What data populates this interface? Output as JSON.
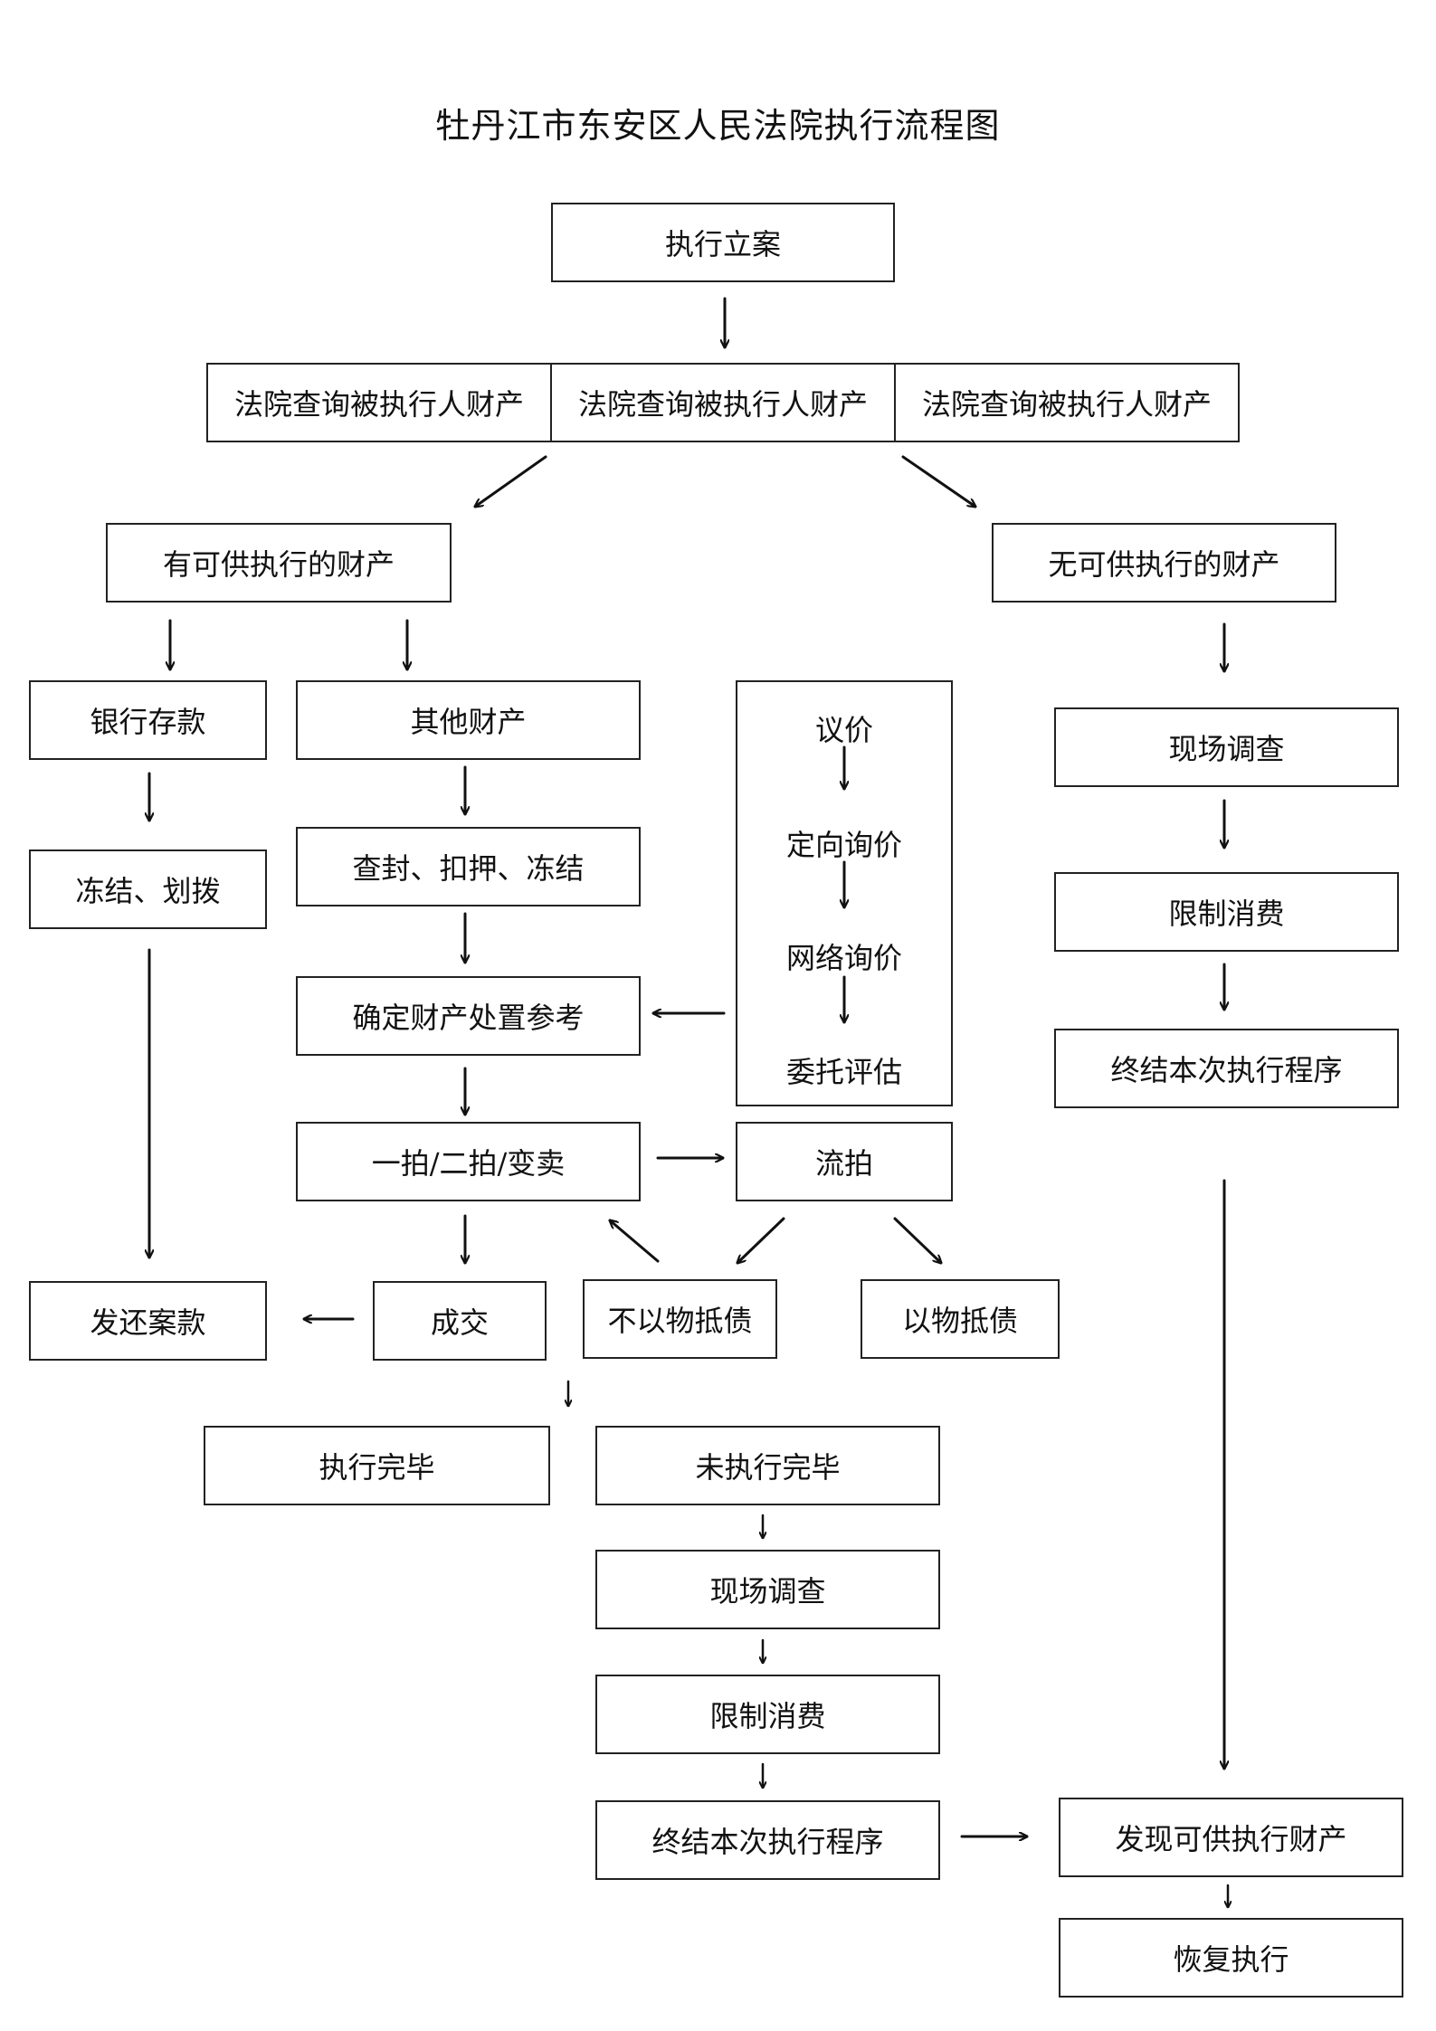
{
  "title": "牡丹江市东安区人民法院执行流程图",
  "nodes": {
    "filing": "执行立案",
    "query_left": "法院查询被执行人财产",
    "query_center": "法院查询被执行人财产",
    "query_right": "法院查询被执行人财产",
    "has_property": "有可供执行的财产",
    "no_property": "无可供执行的财产",
    "bank_deposit": "银行存款",
    "freeze_transfer": "冻结、划拨",
    "other_property": "其他财产",
    "seal_detain_freeze": "查封、扣押、冻结",
    "determine_reference": "确定财产处置参考",
    "auction": "一拍/二拍/变卖",
    "failed_auction": "流拍",
    "valuation": {
      "step1": "议价",
      "step2": "定向询价",
      "step3": "网络询价",
      "step4": "委托评估"
    },
    "deal": "成交",
    "no_offset": "不以物抵债",
    "offset": "以物抵债",
    "pay_out": "发还案款",
    "done": "执行完毕",
    "not_done": "未执行完毕",
    "site_investigation_1": "现场调查",
    "consumption_limit_1": "限制消费",
    "terminate_1": "终结本次执行程序",
    "site_investigation_2": "现场调查",
    "consumption_limit_2": "限制消费",
    "terminate_2": "终结本次执行程序",
    "found_property": "发现可供执行财产",
    "resume": "恢复执行"
  }
}
